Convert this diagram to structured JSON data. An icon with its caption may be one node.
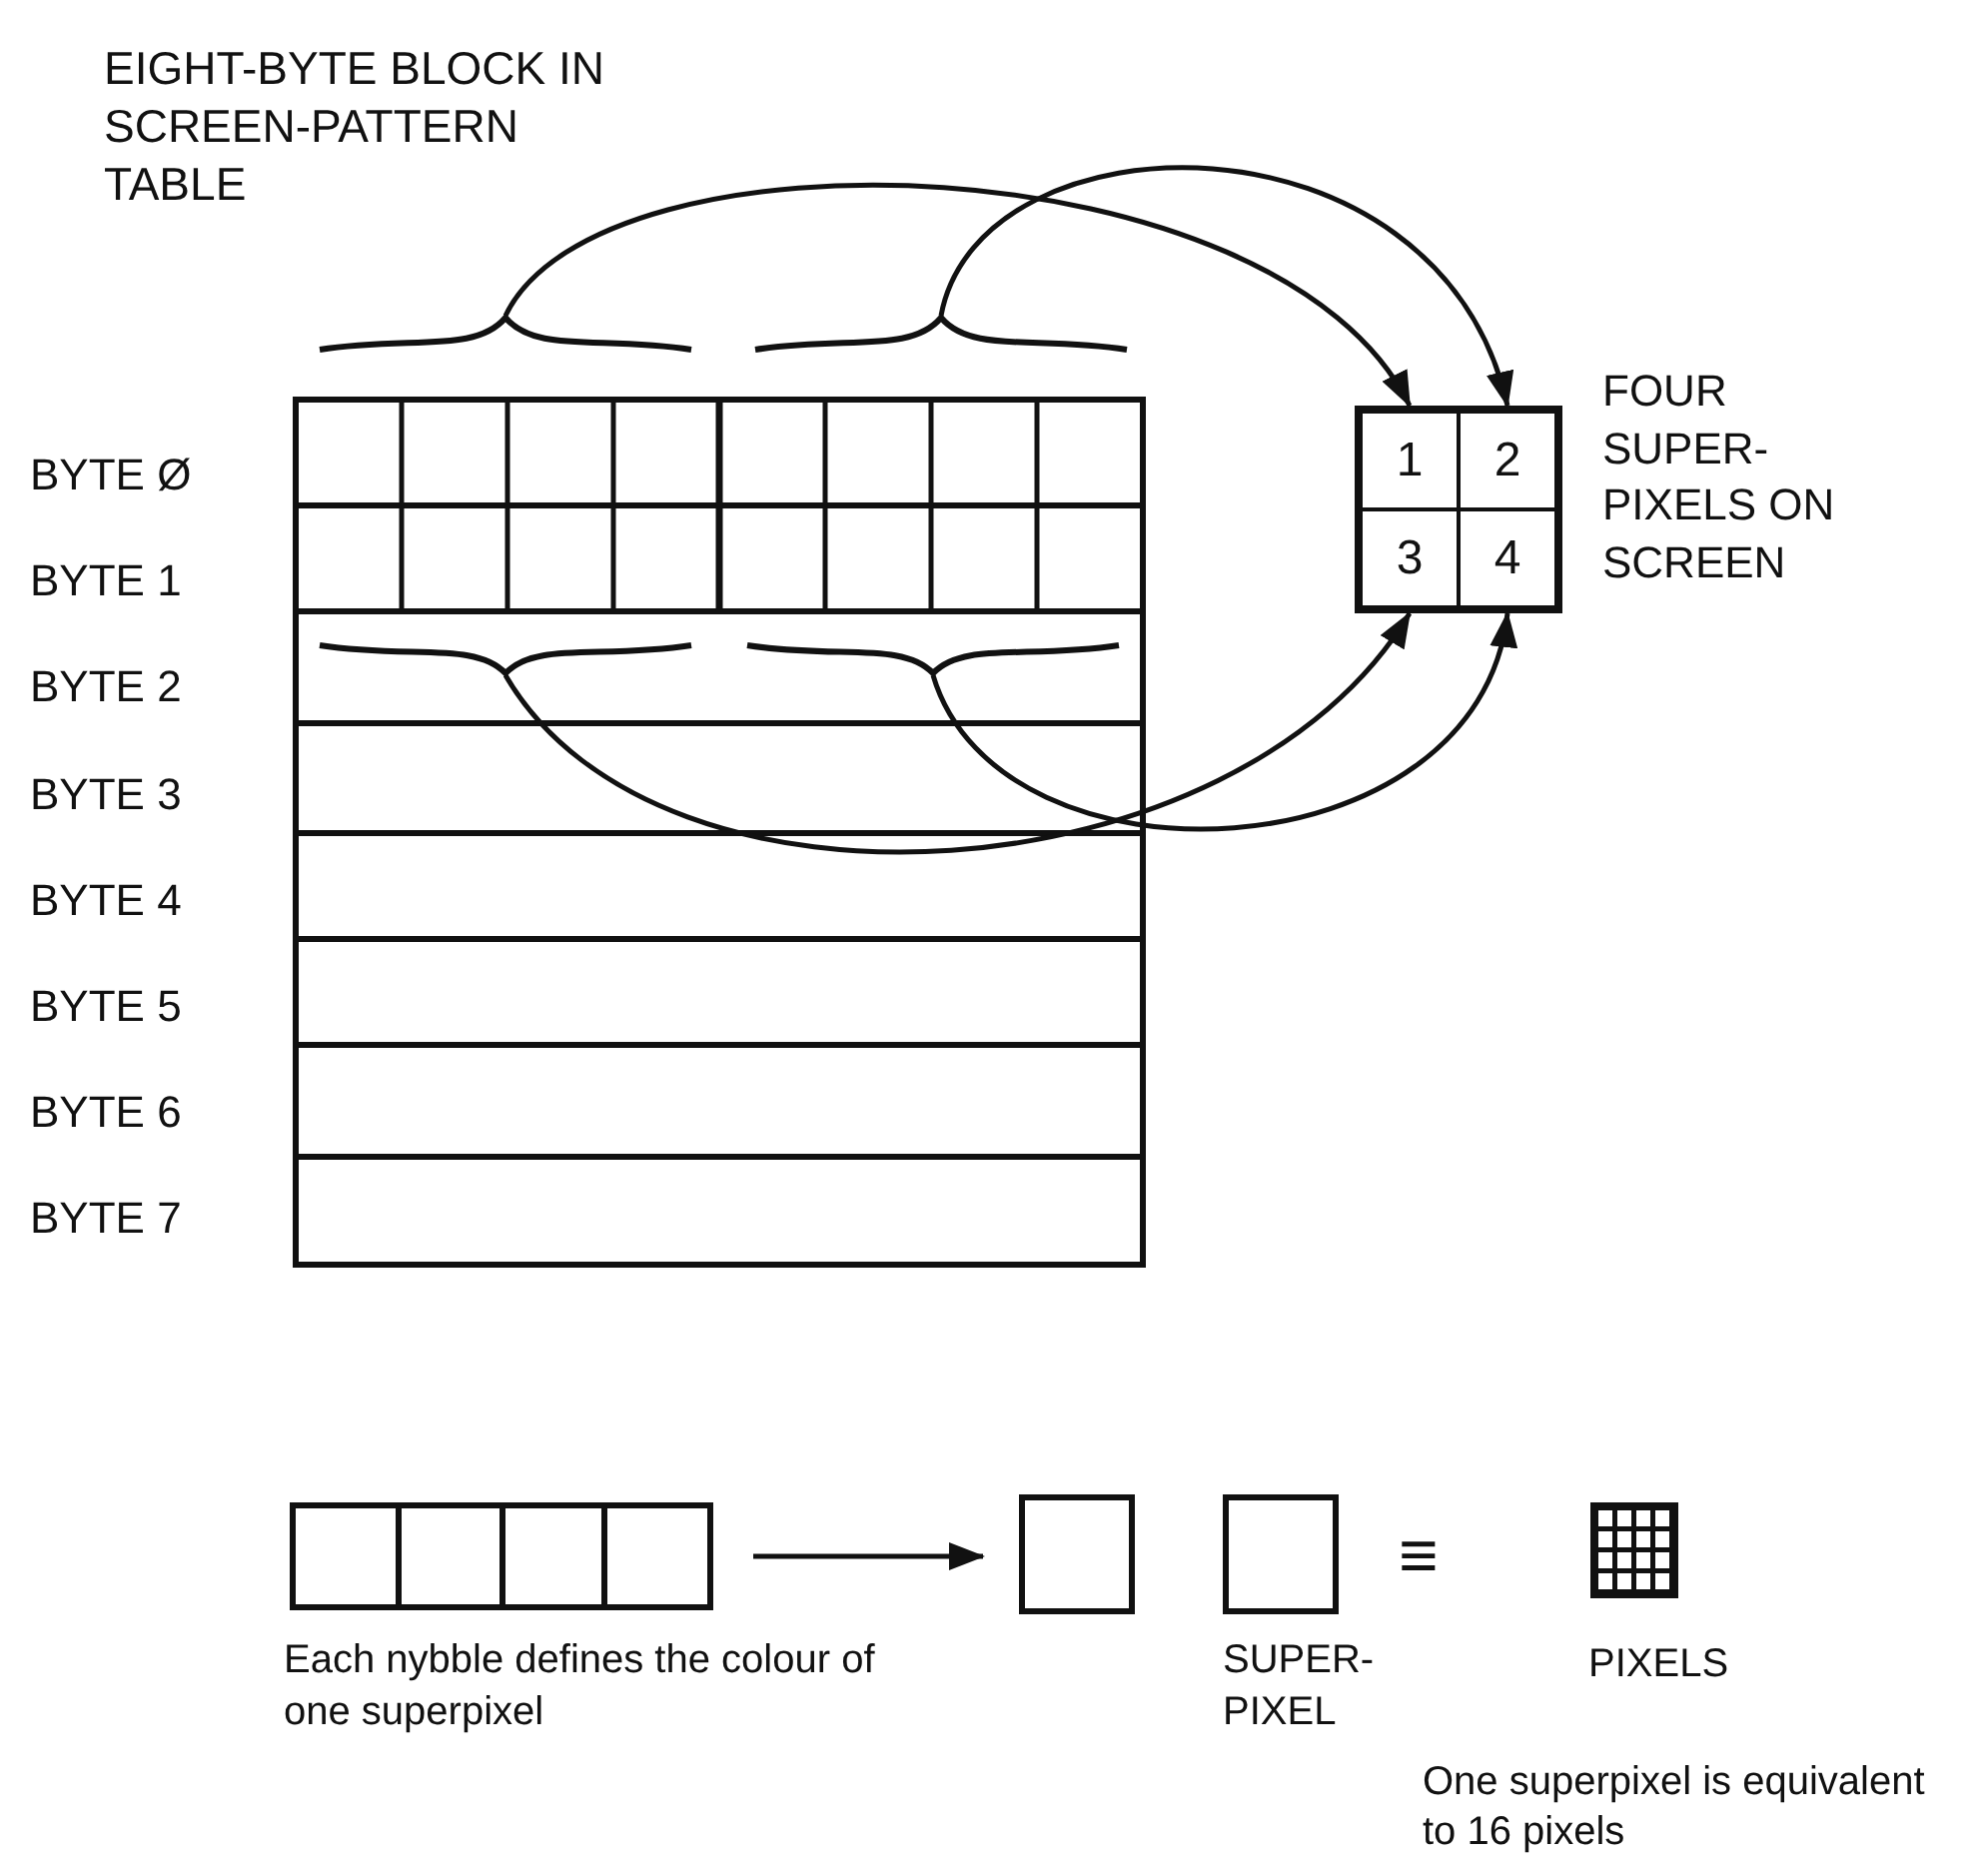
{
  "diagram": {
    "nodes": [
      {
        "text": [],
        "shape": "brace"
      },
      {
        "text": [],
        "shape": "brace"
      },
      {
        "text": [],
        "shape": "box",
        "beside": [
          "FOUR SUPER- PIXELS ON SCREEN"
        ]
      },
      {
        "text": [
          "1"
        ],
        "in": 2
      },
      {
        "text": [
          "2"
        ],
        "in": 2
      },
      {
        "text": [
          "3"
        ],
        "in": 2
      },
      {
        "text": [
          "4"
        ],
        "in": 2
      },
      {
        "text": [],
        "shape": "brace"
      },
      {
        "text": [],
        "shape": "brace"
      },
      {
        "text": [],
        "shape": "box",
        "beside": [
          "Each nybble defines the colour of one superpixel"
        ]
      },
      {
        "text": [],
        "shape": "box"
      },
      {
        "text": [],
        "shape": "box",
        "beside": [
          "SUPER- PIXEL"
        ]
      },
      {
        "text": [],
        "shape": "grid",
        "beside": [
          "PIXELS"
        ]
      }
    ],
    "edges": [
      {
        "from": 0,
        "to": 3,
        "arrow": "to"
      },
      {
        "from": 1,
        "to": 4,
        "arrow": "to"
      },
      {
        "from": 7,
        "to": 5,
        "arrow": "to"
      },
      {
        "from": 8,
        "to": 6,
        "arrow": "to"
      },
      {
        "from": 9,
        "to": 10,
        "arrow": "to"
      }
    ],
    "labels": [
      "EIGHT-BYTE BLOCK IN SCREEN-PATTERN TABLE",
      "BYTE Ø",
      "BYTE 1",
      "BYTE 2",
      "BYTE 3",
      "BYTE 4",
      "BYTE 5",
      "BYTE 6",
      "BYTE 7",
      "≡",
      "One superpixel is equivalent to 16 pixels"
    ]
  }
}
